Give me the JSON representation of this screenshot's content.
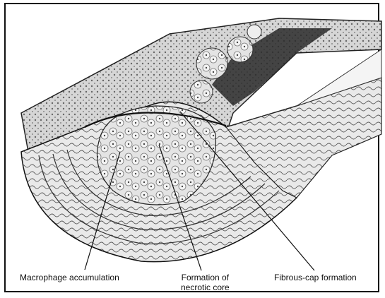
{
  "figure": {
    "labels": {
      "macrophage": "Macrophage accumulation",
      "necrotic_line1": "Formation of",
      "necrotic_line2": "necrotic core",
      "fibrous": "Fibrous-cap formation"
    }
  },
  "colors": {
    "ink": "#111111",
    "background": "#ffffff",
    "tissue": "#cfcfcf",
    "lumen": "#1a1a1a"
  }
}
